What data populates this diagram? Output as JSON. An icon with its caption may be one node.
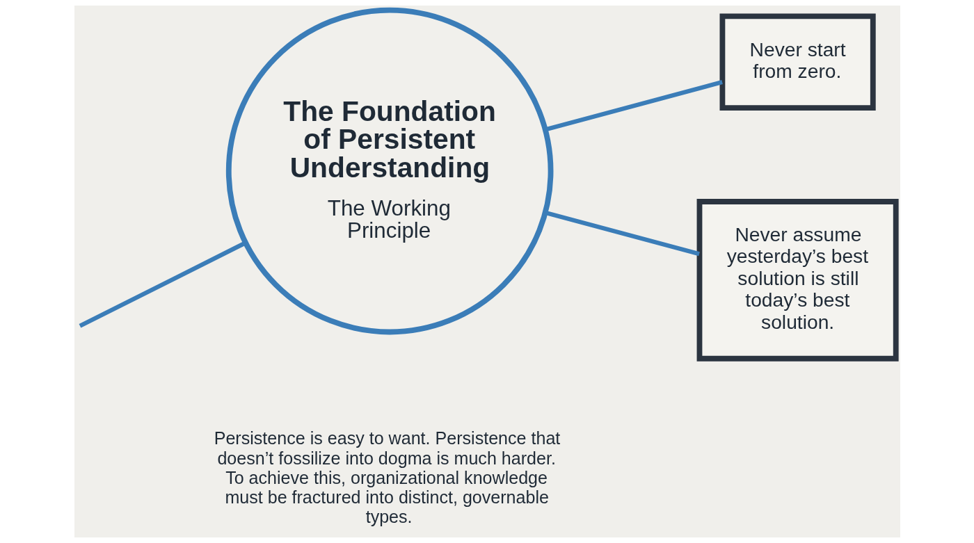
{
  "diagram": {
    "nodes": [
      {
        "text": [
          "The Foundation of Persistent Understanding",
          "The Working Principle"
        ]
      },
      {
        "text": [
          "Never start from zero."
        ]
      },
      {
        "text": [
          "Never assume yesterday’s best solution is still today’s best solution."
        ]
      }
    ],
    "edges": [
      {
        "from": null,
        "to": 0,
        "arrow": "none"
      },
      {
        "from": 0,
        "to": 1,
        "arrow": "none"
      },
      {
        "from": 0,
        "to": 2,
        "arrow": "none"
      }
    ],
    "labels": [
      "Persistence is easy to want. Persistence that doesn’t fossilize into dogma is much harder. To achieve this, organizational knowledge must be fractured into distinct, governable types."
    ]
  }
}
